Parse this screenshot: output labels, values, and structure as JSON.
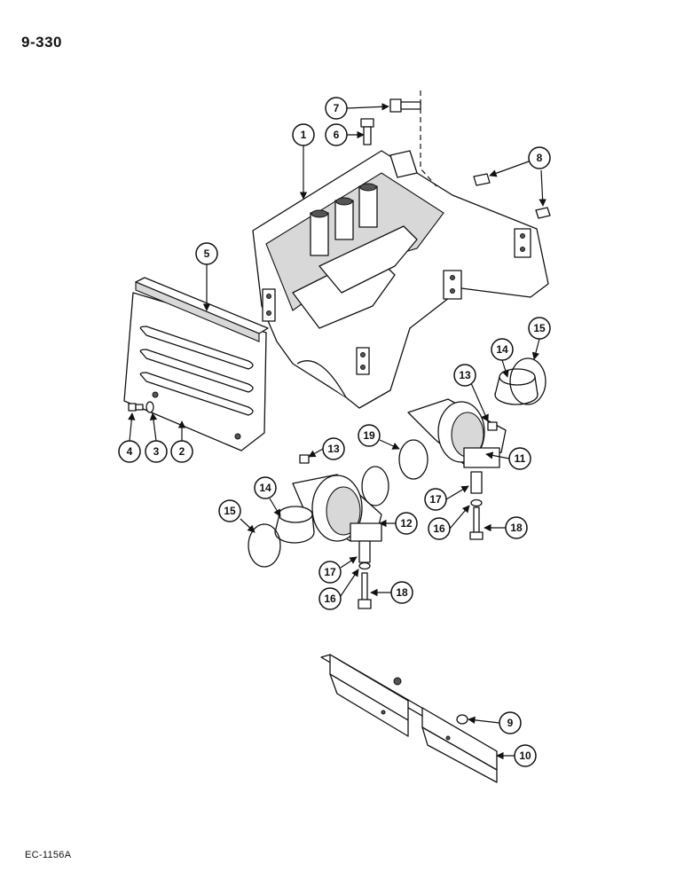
{
  "page_number": "9-330",
  "figure_code": "EC-1156A",
  "callouts": [
    "1",
    "2",
    "3",
    "4",
    "5",
    "6",
    "7",
    "8",
    "9",
    "10",
    "11",
    "12",
    "13",
    "13",
    "14",
    "14",
    "15",
    "15",
    "16",
    "16",
    "17",
    "17",
    "18",
    "18",
    "19"
  ]
}
